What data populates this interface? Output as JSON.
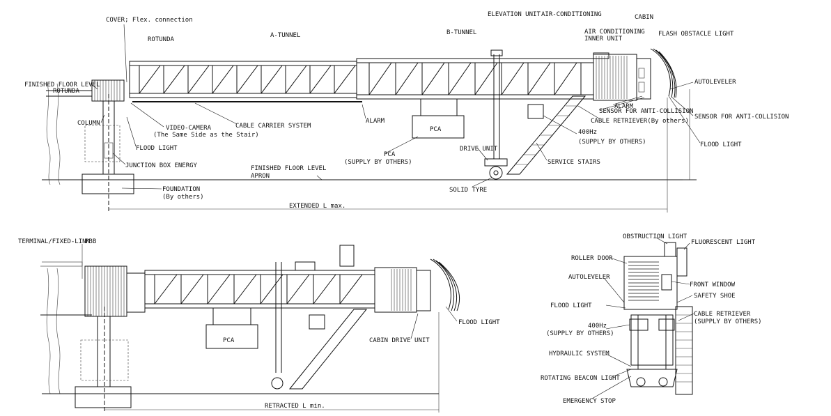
{
  "colors": {
    "ink": "#111111",
    "paper": "#ffffff"
  },
  "elevation_view": {
    "labels": {
      "cover": "COVER; Flex. connection",
      "rotunda": "ROTUNDA",
      "a_tunnel": "A-TUNNEL",
      "b_tunnel": "B-TUNNEL",
      "elevation_unit": "ELEVATION UNIT",
      "air_conditioning": "AIR-CONDITIONING",
      "cabin": "CABIN",
      "ac_inner_1": "AIR CONDITIONING",
      "ac_inner_2": "INNER UNIT",
      "flash_obstacle_light": "FLASH OBSTACLE LIGHT",
      "finished_floor_level": "FINISHED FLOOR LEVEL",
      "rotunda_level": "ROTUNDA",
      "autoleveler": "AUTOLEVELER",
      "alarm_top": "ALARM",
      "sensor_anti_collision_1": "SENSOR FOR ANTI-COLLISION",
      "sensor_anti_collision_2": "SENSOR FOR ANTI-COLLISION",
      "column": "COLUMN",
      "video_camera": "VIDEO-CAMERA",
      "video_camera_note": "(The Same Side as the Stair)",
      "cable_carrier_system": "CABLE CARRIER SYSTEM",
      "alarm": "ALARM",
      "cable_retriever": "CABLE RETRIEVER(By others)",
      "hz400": "400Hz",
      "supply_by_others": "(SUPPLY BY OTHERS)",
      "flood_light_right": "FLOOD LIGHT",
      "flood_light_left": "FLOOD LIGHT",
      "pca_box": "PCA",
      "pca": "PCA",
      "pca_supply": "(SUPPLY BY OTHERS)",
      "drive_unit": "DRIVE UNIT",
      "service_stairs": "SERVICE STAIRS",
      "junction_box": "JUNCTION BOX ENERGY",
      "finished_floor_apron_1": "FINISHED FLOOR LEVEL",
      "finished_floor_apron_2": "APRON",
      "foundation": "FOUNDATION",
      "foundation_note": "(By others)",
      "solid_tyre": "SOLID TYRE",
      "extended": "EXTENDED  L max."
    }
  },
  "retracted_view": {
    "labels": {
      "terminal": "TERMINAL/FIXED-LINK",
      "pbb": "PBB",
      "pca_box": "PCA",
      "cabin_drive_unit": "CABIN DRIVE UNIT",
      "flood_light": "FLOOD LIGHT",
      "retracted": "RETRACTED   L min."
    }
  },
  "front_view": {
    "labels": {
      "obstruction_light": "OBSTRUCTION LIGHT",
      "fluorescent_light": "FLUORESCENT LIGHT",
      "roller_door": "ROLLER DOOR",
      "autoleveler": "AUTOLEVELER",
      "front_window": "FRONT WINDOW",
      "safety_shoe": "SAFETY SHOE",
      "flood_light": "FLOOD LIGHT",
      "cable_retriever": "CABLE RETRIEVER",
      "cable_retriever_supply": "(SUPPLY BY OTHERS)",
      "hz400": "400Hz",
      "supply_by_others": "(SUPPLY BY OTHERS)",
      "hydraulic_system": "HYDRAULIC SYSTEM",
      "rotating_beacon_light": "ROTATING BEACON LIGHT",
      "emergency_stop": "EMERGENCY STOP"
    }
  }
}
